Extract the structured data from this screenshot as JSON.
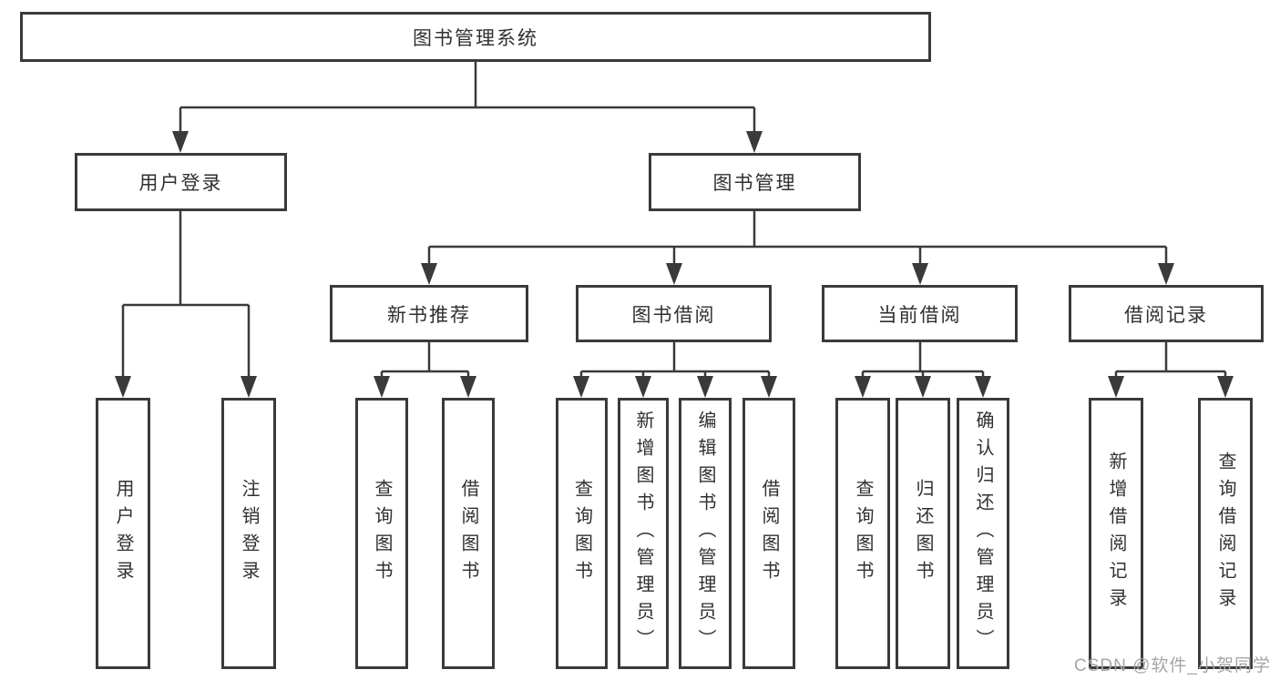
{
  "colors": {
    "line": "#3a3a3a",
    "box_border": "#3a3a3a",
    "text": "#303030",
    "watermark": "#a5a5a5",
    "background": "#ffffff"
  },
  "watermark": "CSDN @软件_小贺同学",
  "tree": {
    "root": "图书管理系统",
    "branches": [
      {
        "label": "用户登录",
        "leaves": [
          "用户登录",
          "注销登录"
        ]
      },
      {
        "label": "图书管理",
        "children": [
          {
            "label": "新书推荐",
            "leaves": [
              "查询图书",
              "借阅图书"
            ]
          },
          {
            "label": "图书借阅",
            "leaves": [
              "查询图书",
              "新增图书（管理员）",
              "编辑图书（管理员）",
              "借阅图书"
            ]
          },
          {
            "label": "当前借阅",
            "leaves": [
              "查询图书",
              "归还图书",
              "确认归还（管理员）"
            ]
          },
          {
            "label": "借阅记录",
            "leaves": [
              "新增借阅记录",
              "查询借阅记录"
            ]
          }
        ]
      }
    ]
  }
}
